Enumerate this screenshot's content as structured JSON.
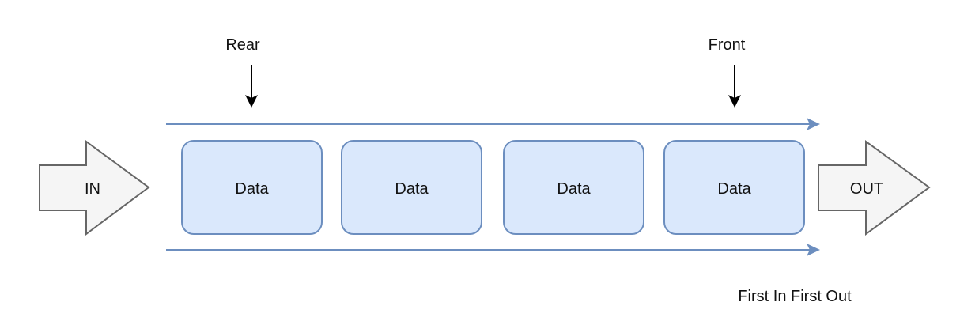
{
  "diagram": {
    "labels": {
      "rear": "Rear",
      "front": "Front",
      "in": "IN",
      "out": "OUT",
      "caption": "First In First Out"
    },
    "nodes": [
      {
        "label": "Data"
      },
      {
        "label": "Data"
      },
      {
        "label": "Data"
      },
      {
        "label": "Data"
      }
    ],
    "colors": {
      "node_fill": "#dae8fc",
      "node_stroke": "#6c8ebf",
      "flow_line": "#6c8ebf",
      "io_arrow_fill": "#f5f5f5",
      "io_arrow_stroke": "#666666",
      "pointer_arrow": "#000000"
    }
  }
}
